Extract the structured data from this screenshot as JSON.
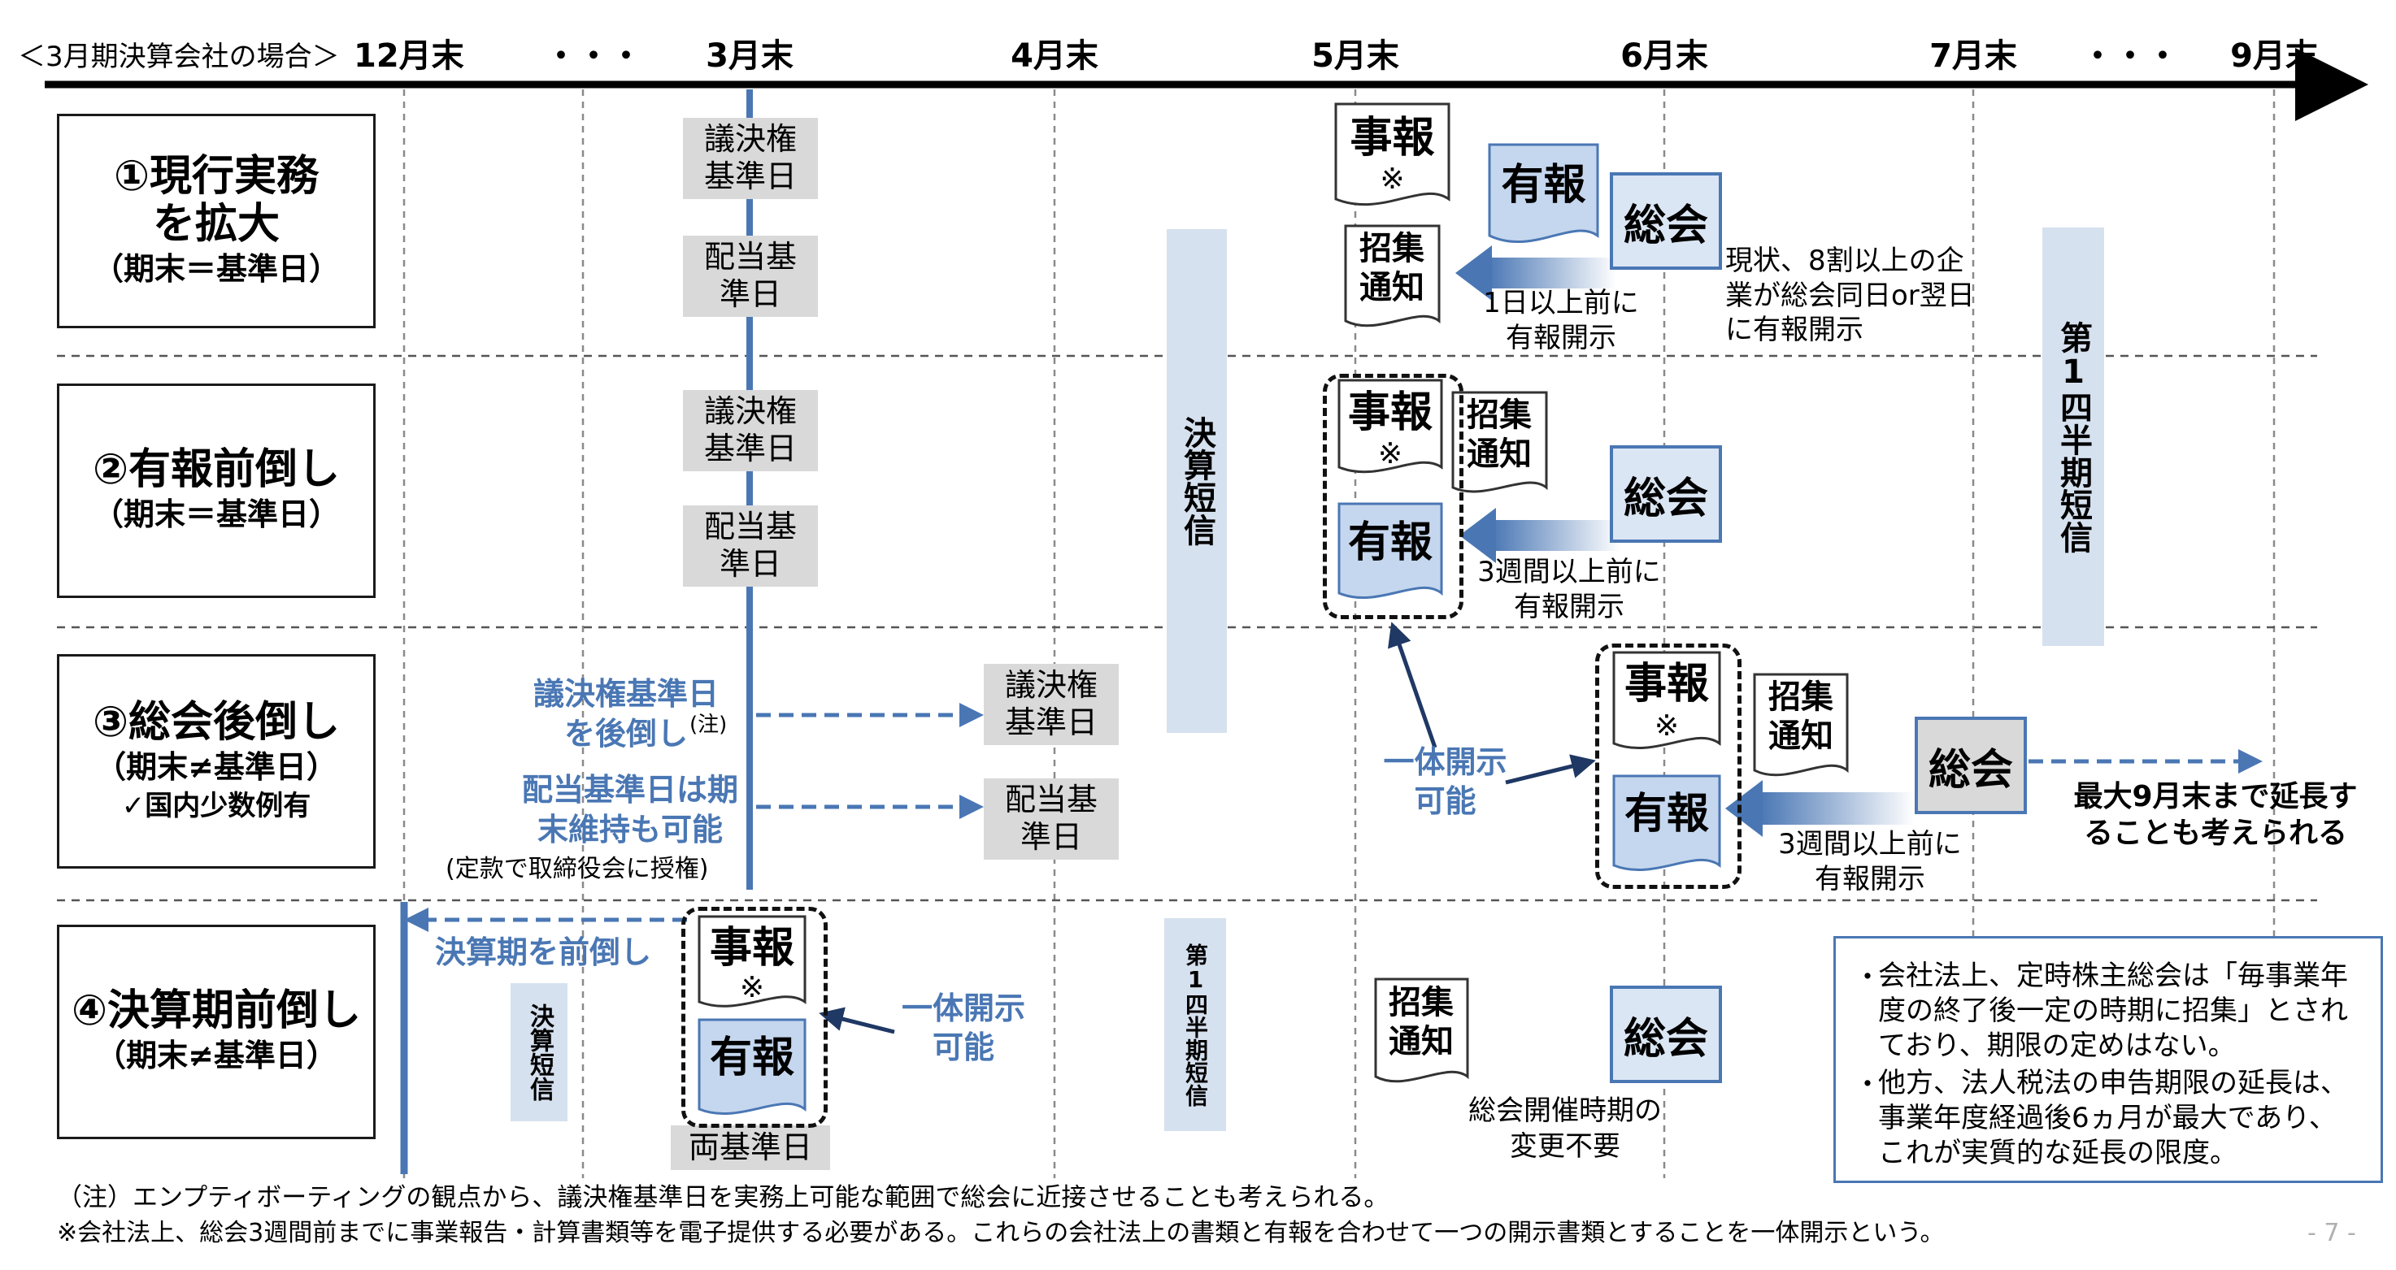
{
  "header": {
    "caption": "＜3月期決算会社の場合＞",
    "months": [
      "12月末",
      "・・・",
      "3月末",
      "4月末",
      "5月末",
      "6月末",
      "7月末",
      "・・・",
      "9月末"
    ]
  },
  "rows": [
    {
      "title": "①現行実務を拡大",
      "sub": "（期末＝基準日）",
      "note": ""
    },
    {
      "title": "②有報前倒し",
      "sub": "（期末＝基準日）",
      "note": ""
    },
    {
      "title": "③総会後倒し",
      "sub": "（期末≠基準日）",
      "note": "✓国内少数例有"
    },
    {
      "title": "④決算期前倒し",
      "sub": "（期末≠基準日）",
      "note": ""
    }
  ],
  "docs": {
    "jiho": "事報",
    "jiho_mark": "※",
    "yuho": "有報",
    "shoshu": "招集通知",
    "sokai": "総会"
  },
  "labels": {
    "gikekken_kijunbi": "議決権基準日",
    "haito_kijunbi": "配当基準日",
    "kessan_tanshin": "決算短信",
    "q1_tanshin": "第1四半期短信",
    "ryo_kijunbi": "両基準日",
    "r1_arrow_note": "1日以上前に有報開示",
    "r1_side_note": "現状、8割以上の企業が総会同日or翌日に有報開示",
    "r2_arrow_note": "3週間以上前に有報開示",
    "r3_gikekken_move": "議決権基準日を後倒し",
    "r3_chu": "(注)",
    "r3_haito_keep": "配当基準日は期末維持も可能",
    "r3_teikan": "(定款で取締役会に授権)",
    "ittai": "一体開示可能",
    "r3_arrow_note": "3週間以上前に有報開示",
    "r3_extend": "最大9月末まで延長することも考えられる",
    "r4_move": "決算期を前倒し",
    "r4_sokai_note": "総会開催時期の変更不要"
  },
  "notebox": {
    "items": [
      "会社法上、定時株主総会は「毎事業年度の終了後一定の時期に招集」とされており、期限の定めはない。",
      "他方、法人税法の申告期限の延長は、事業年度経過後6ヵ月が最大であり、これが実質的な延長の限度。"
    ]
  },
  "footer": {
    "note1": "（注）エンプティボーティングの観点から、議決権基準日を実務上可能な範囲で総会に近接させることも考えられる。",
    "note2": "※会社法上、総会3週間前までに事業報告・計算書類等を電子提供する必要がある。これらの会社法上の書類と有報を合わせて一つの開示書類とすることを一体開示という。",
    "page": "- 7 -"
  },
  "colors": {
    "accent_blue": "#4a77b4",
    "light_blue": "#d6e1ef",
    "doc_blue": "#c5d7ee",
    "gray_box": "#d9d9d9",
    "navy_arrow": "#1f3864"
  }
}
